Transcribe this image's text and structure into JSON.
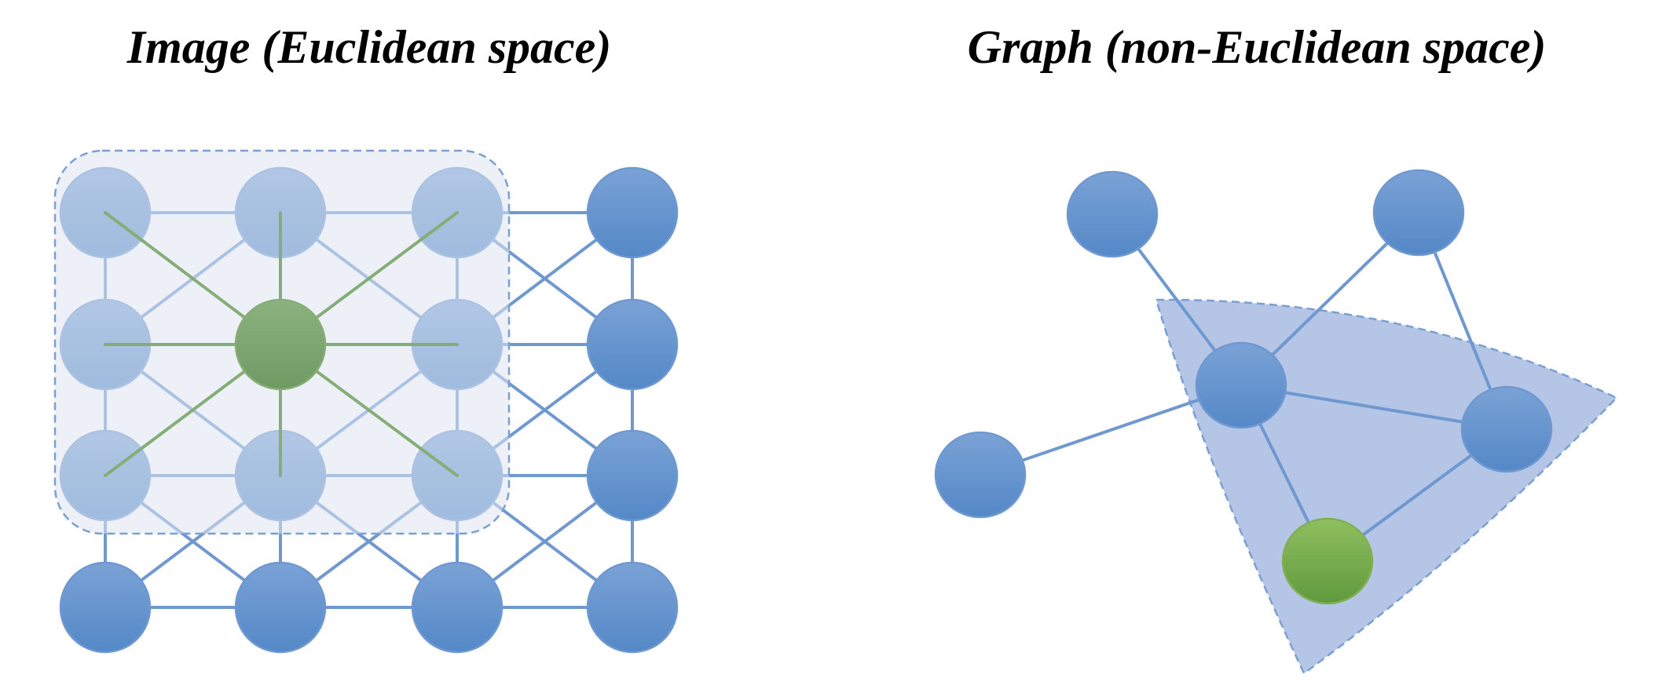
{
  "titles": {
    "left": "Image (Euclidean space)",
    "right": "Graph (non-Euclidean space)"
  },
  "colors": {
    "node_blue_top": "#7aa2d6",
    "node_blue_bottom": "#5488c7",
    "node_stroke": "#6f98d0",
    "node_green_top": "#8cb27e",
    "node_green_bottom": "#6e9a62",
    "node_green_graph_top": "#8fbf5f",
    "node_green_graph_bottom": "#5f9a3c",
    "edge_blue": "#6f98d0",
    "edge_green": "#86ad78",
    "neighborhood_left_fill": "#d9e0ef",
    "neighborhood_right_fill": "#b4c5e5",
    "neighborhood_stroke": "#7b9fd1"
  },
  "image_grid": {
    "rows": 4,
    "cols": 4,
    "center_node": [
      1,
      1
    ],
    "neighborhood": "3x3 window around the center pixel",
    "connectivity": "8-neighbour grid"
  },
  "graph": {
    "node_count": 6,
    "center_node": "green",
    "edges": [
      [
        "top-left",
        "hub"
      ],
      [
        "top-right",
        "hub"
      ],
      [
        "left",
        "hub"
      ],
      [
        "top-right",
        "right"
      ],
      [
        "hub",
        "right"
      ],
      [
        "hub",
        "green"
      ],
      [
        "right",
        "green"
      ]
    ],
    "neighborhood": "wedge covering hub, right and green nodes"
  }
}
